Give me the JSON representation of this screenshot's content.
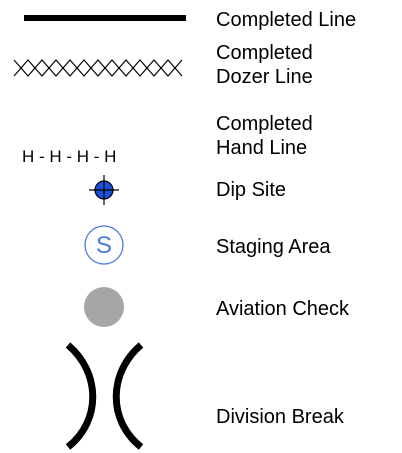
{
  "legend": {
    "items": [
      {
        "symbol": "completed-line-icon",
        "label": "Completed Line"
      },
      {
        "symbol": "completed-dozer-line-icon",
        "label_lines": [
          "Completed",
          "Dozer Line"
        ]
      },
      {
        "symbol": "completed-hand-line-icon",
        "label_lines": [
          "Completed",
          "Hand Line"
        ],
        "symbol_text": "H - H - H - H"
      },
      {
        "symbol": "dip-site-icon",
        "label": "Dip Site"
      },
      {
        "symbol": "staging-area-icon",
        "label": "Staging Area",
        "symbol_text": "S"
      },
      {
        "symbol": "aviation-check-icon",
        "label": "Aviation Check"
      },
      {
        "symbol": "division-break-icon",
        "label": "Division Break"
      }
    ]
  },
  "colors": {
    "line": "#000000",
    "dip_site_fill": "#1a4fd6",
    "staging_area": "#4a7be0",
    "aviation_check": "#a6a6a6"
  }
}
